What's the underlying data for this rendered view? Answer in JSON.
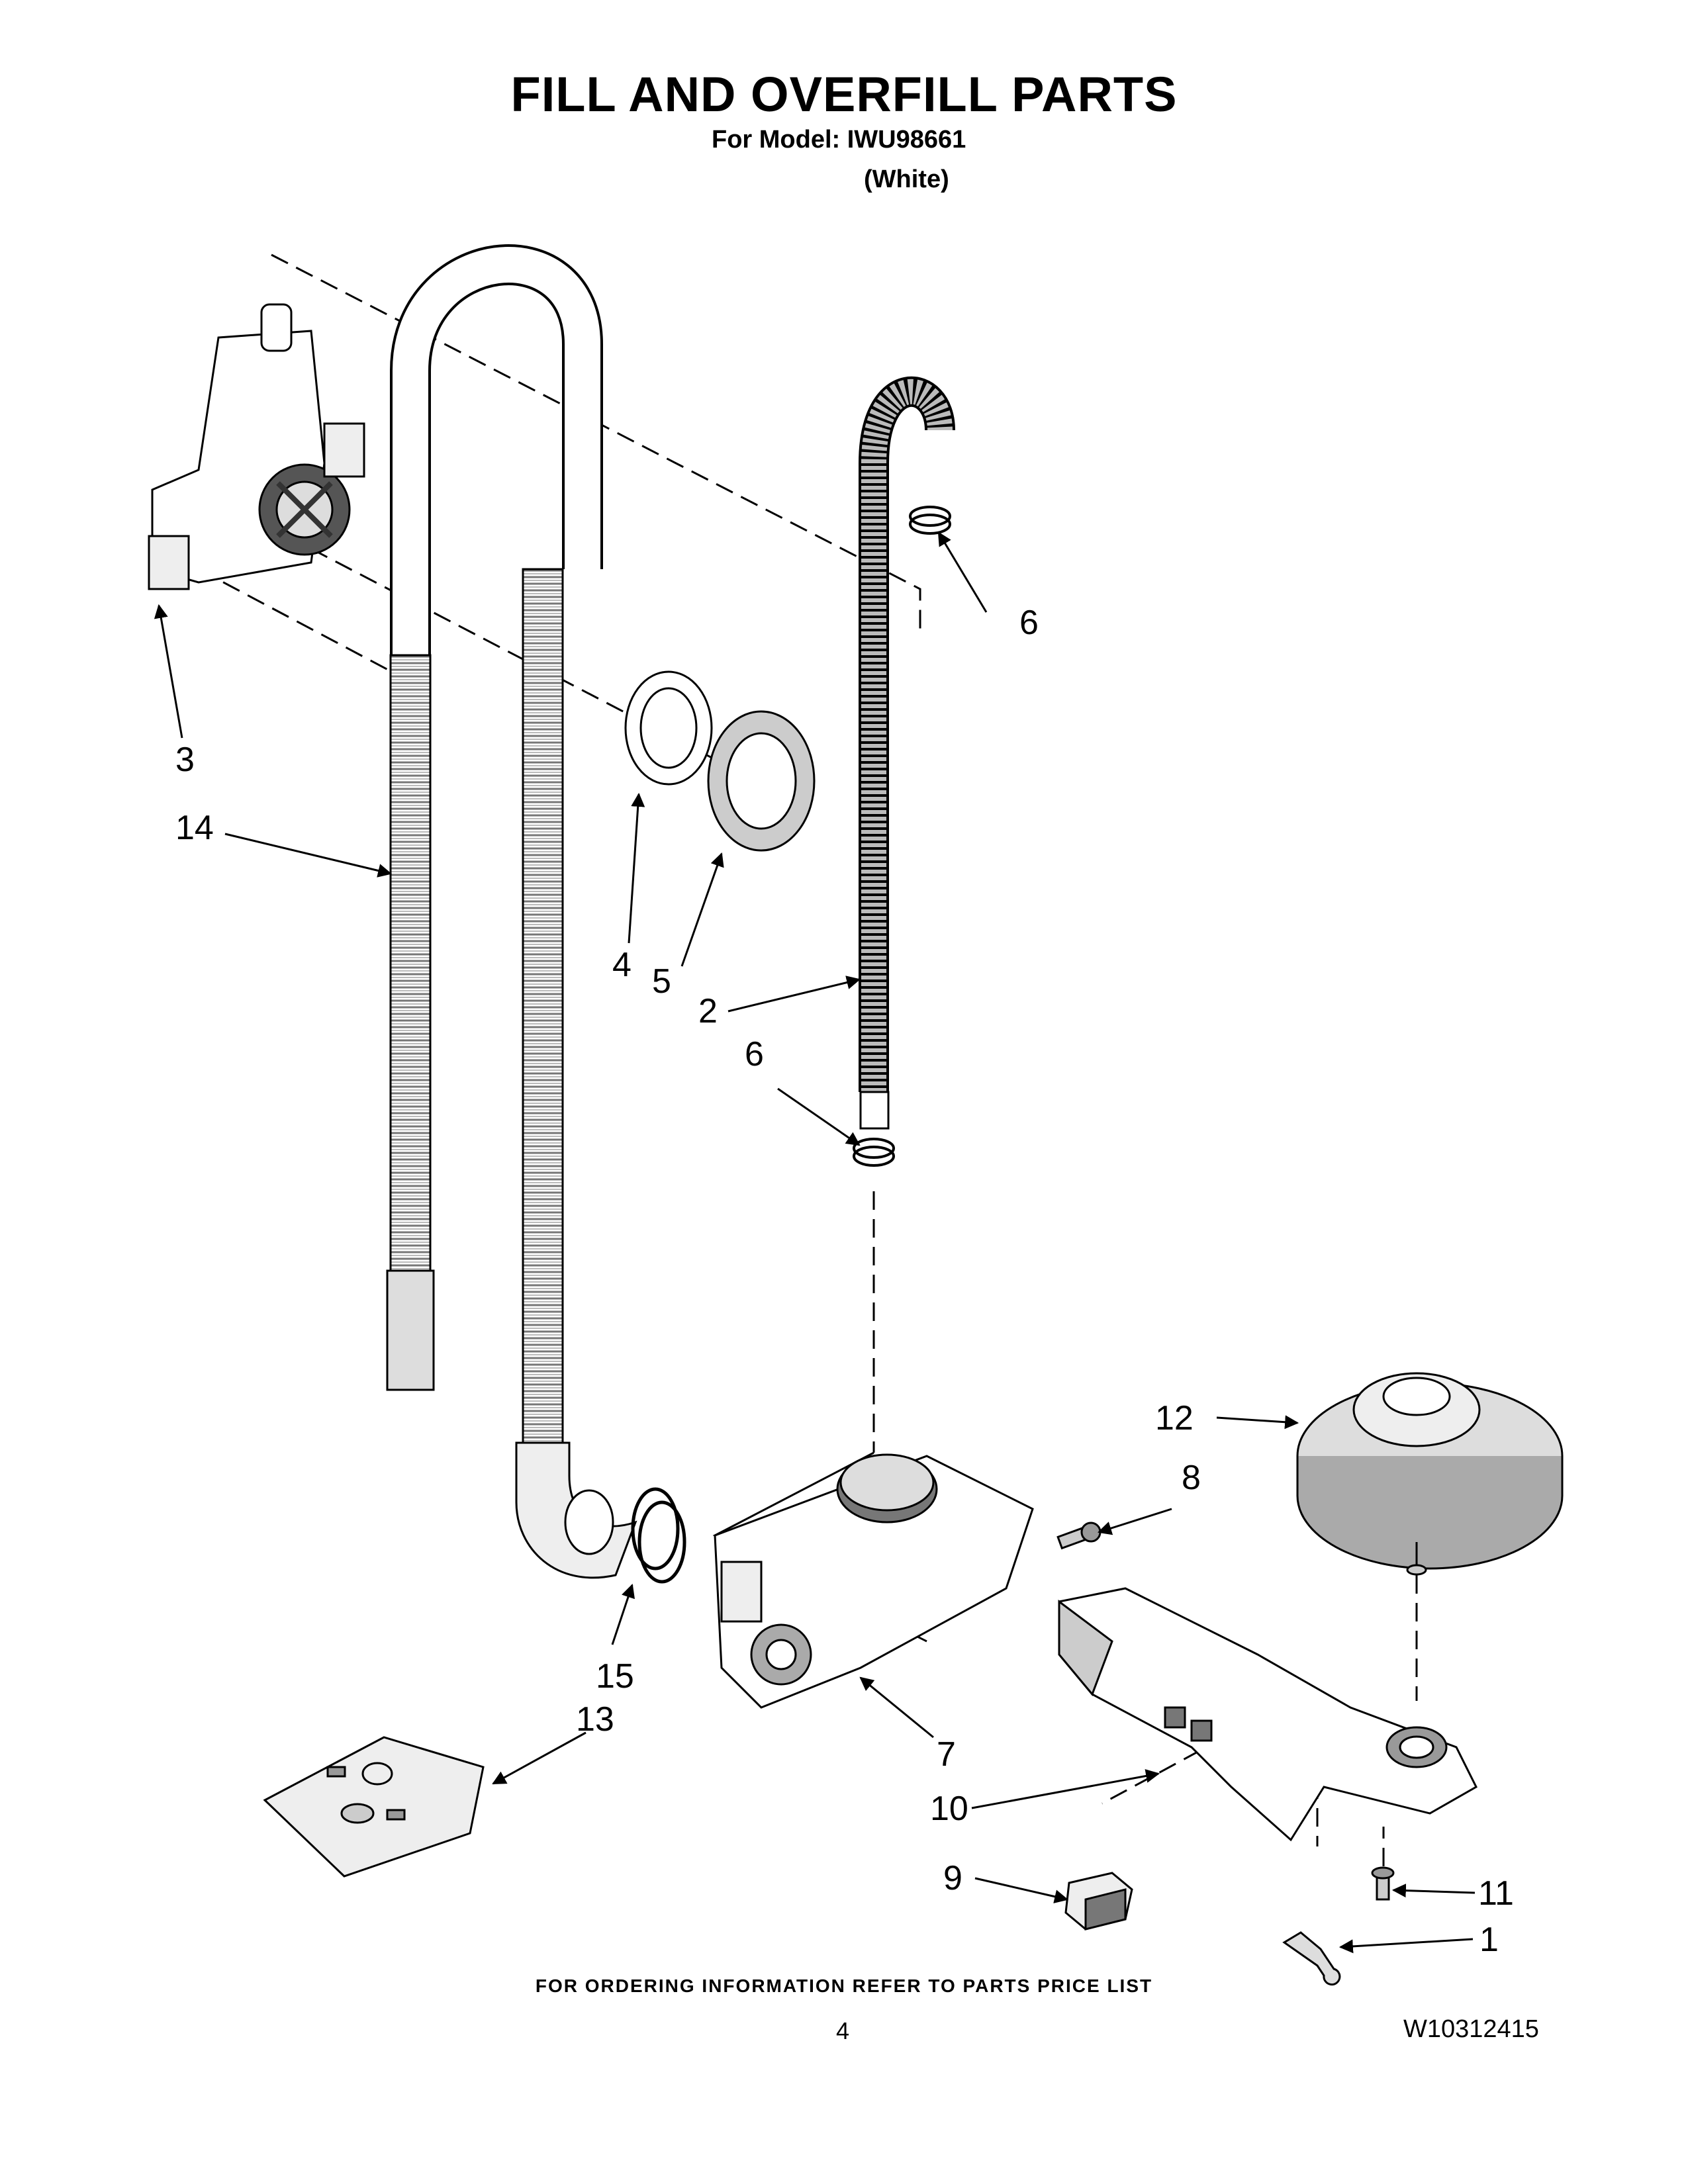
{
  "header": {
    "title": "FILL AND OVERFILL PARTS",
    "model_line": "For Model: IWU98661",
    "color_line": "(White)"
  },
  "callouts": [
    "6",
    "3",
    "14",
    "4",
    "5",
    "2",
    "6",
    "12",
    "8",
    "15",
    "13",
    "7",
    "10",
    "9",
    "11",
    "1"
  ],
  "footer": {
    "ordering_note": "FOR ORDERING INFORMATION REFER TO PARTS PRICE LIST",
    "page_number": "4",
    "document_number": "W10312415"
  }
}
